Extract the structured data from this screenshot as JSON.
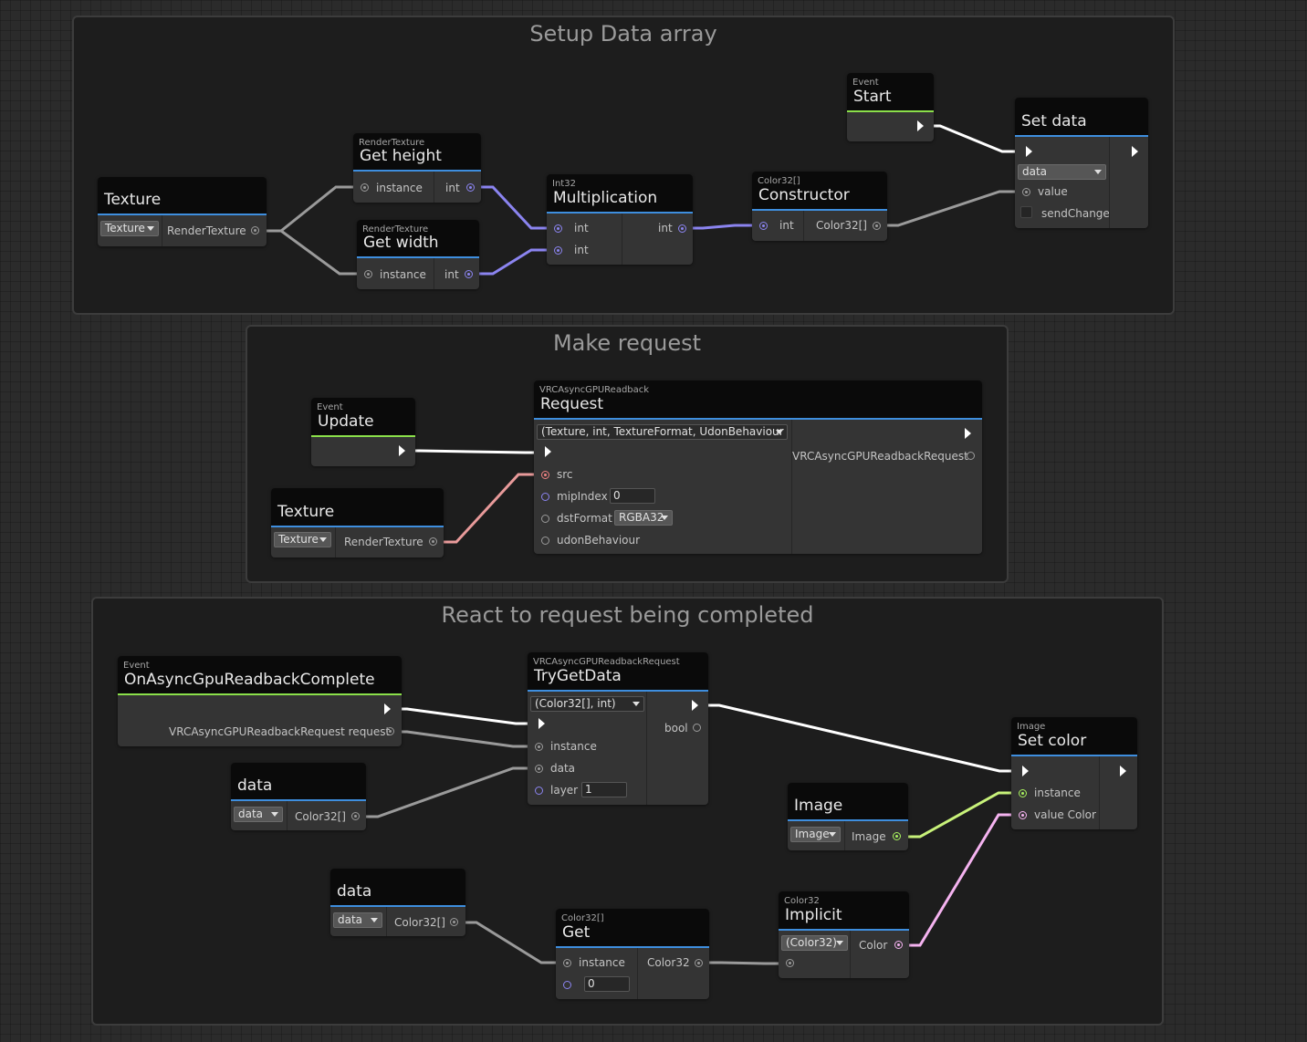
{
  "groups": {
    "setup": {
      "title": "Setup Data array"
    },
    "request": {
      "title": "Make request"
    },
    "react": {
      "title": "React to request being completed"
    }
  },
  "setup": {
    "texture": {
      "title": "Texture",
      "dropdown": "Texture",
      "out": "RenderTexture"
    },
    "get_height": {
      "sub": "RenderTexture",
      "title": "Get height",
      "in": "instance",
      "out": "int"
    },
    "get_width": {
      "sub": "RenderTexture",
      "title": "Get width",
      "in": "instance",
      "out": "int"
    },
    "multiplication": {
      "sub": "Int32",
      "title": "Multiplication",
      "in1": "int",
      "in2": "int",
      "out": "int"
    },
    "constructor": {
      "sub": "Color32[]",
      "title": "Constructor",
      "in": "int",
      "out": "Color32[]"
    },
    "start": {
      "sub": "Event",
      "title": "Start"
    },
    "set_data": {
      "title": "Set data",
      "dropdown": "data",
      "value": "value",
      "send_change": "sendChange"
    }
  },
  "request": {
    "update": {
      "sub": "Event",
      "title": "Update"
    },
    "texture": {
      "title": "Texture",
      "dropdown": "Texture",
      "out": "RenderTexture"
    },
    "req": {
      "sub": "VRCAsyncGPUReadback",
      "title": "Request",
      "overload": "(Texture, int, TextureFormat, UdonBehaviour",
      "src": "src",
      "mip_label": "mipIndex",
      "mip_value": "0",
      "dst_label": "dstFormat",
      "dst_value": "RGBA32",
      "udon": "udonBehaviour",
      "out": "VRCAsyncGPUReadbackRequest"
    }
  },
  "react": {
    "on_complete": {
      "sub": "Event",
      "title": "OnAsyncGpuReadbackComplete",
      "out": "VRCAsyncGPUReadbackRequest request"
    },
    "data1": {
      "title": "data",
      "dropdown": "data",
      "out": "Color32[]"
    },
    "try_get": {
      "sub": "VRCAsyncGPUReadbackRequest",
      "title": "TryGetData",
      "overload": "(Color32[], int)",
      "instance": "instance",
      "data": "data",
      "layer_label": "layer",
      "layer_value": "1",
      "out": "bool"
    },
    "data2": {
      "title": "data",
      "dropdown": "data",
      "out": "Color32[]"
    },
    "get": {
      "sub": "Color32[]",
      "title": "Get",
      "instance": "instance",
      "index_value": "0",
      "out": "Color32"
    },
    "image": {
      "title": "Image",
      "dropdown": "Image",
      "out": "Image"
    },
    "implicit": {
      "sub": "Color32",
      "title": "Implicit",
      "overload": "(Color32)",
      "out": "Color"
    },
    "set_color": {
      "sub": "Image",
      "title": "Set color",
      "instance": "instance",
      "value": "value Color"
    }
  },
  "colors": {
    "exec_wire": "#ffffff",
    "int_wire": "#8b84f0",
    "object_wire": "#9a9a9a",
    "texture_wire": "#e89a9a",
    "image_wire": "#c8f27a",
    "color_wire": "#f5b3f0",
    "header_accent": "#3e8ede",
    "event_accent": "#8be04a"
  }
}
